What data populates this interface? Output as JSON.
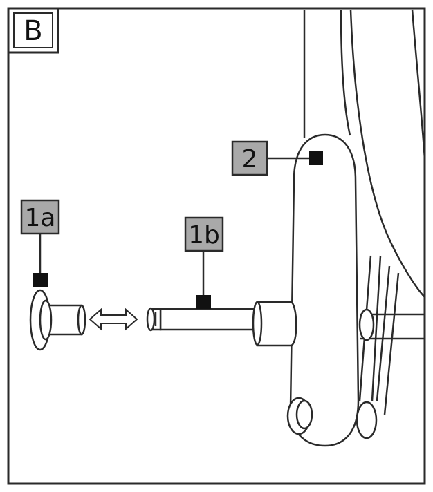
{
  "panel": {
    "label": "B"
  },
  "callouts": {
    "part_1a": "1a",
    "part_1b": "1b",
    "part_2": "2"
  },
  "colors": {
    "line": "#2a2a2a",
    "label_fill": "#a9a9a9",
    "marker": "#111111",
    "background": "#ffffff"
  },
  "icons": {
    "arrow": "double-arrow-icon"
  }
}
